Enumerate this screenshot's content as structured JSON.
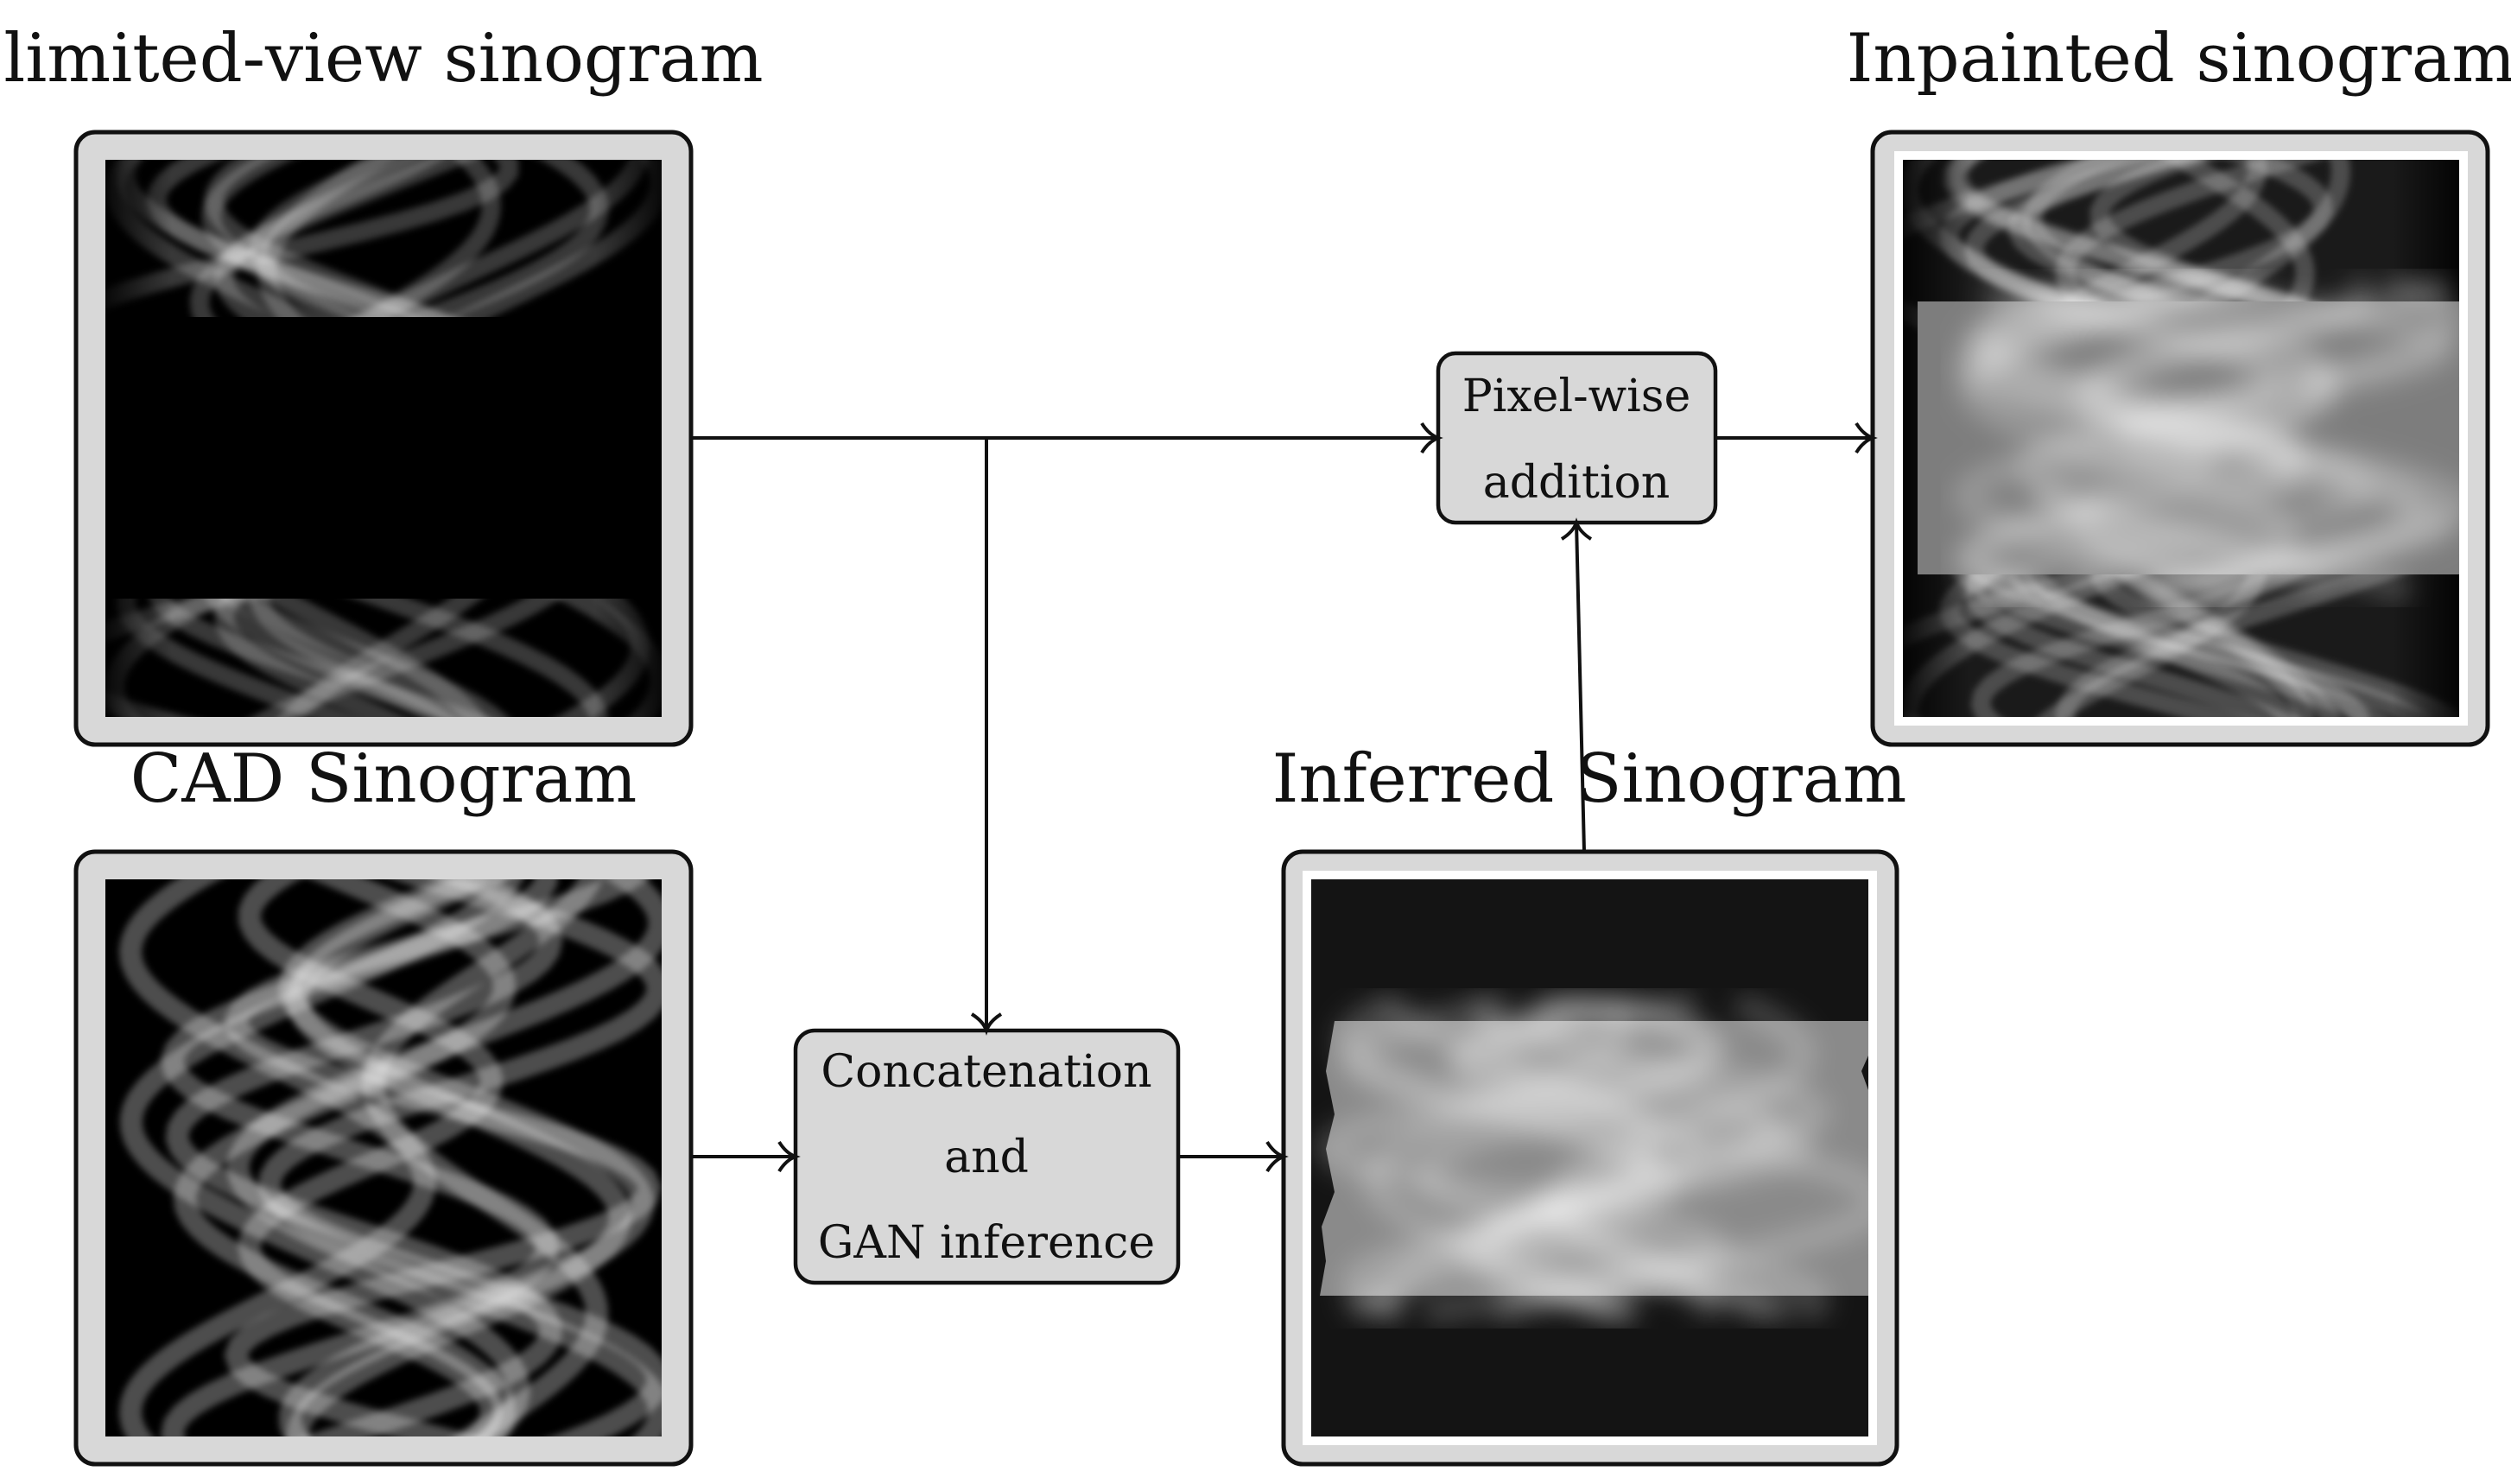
{
  "panels": {
    "limited_view": {
      "title": "limited-view sinogram"
    },
    "cad": {
      "title": "CAD Sinogram"
    },
    "inferred": {
      "title": "Inferred Sinogram"
    },
    "inpainted": {
      "title": "Inpainted sinogram"
    }
  },
  "process": {
    "concatenation": {
      "lines": [
        "Concatenation",
        "and",
        "GAN inference"
      ]
    },
    "addition": {
      "lines": [
        "Pixel-wise",
        "addition"
      ]
    }
  },
  "colors": {
    "frame_fill": "#d8d8d8",
    "box_fill": "#d8d8d8",
    "stroke": "#111111",
    "sinogram_background": "#000000",
    "inferred_background": "#141414"
  }
}
